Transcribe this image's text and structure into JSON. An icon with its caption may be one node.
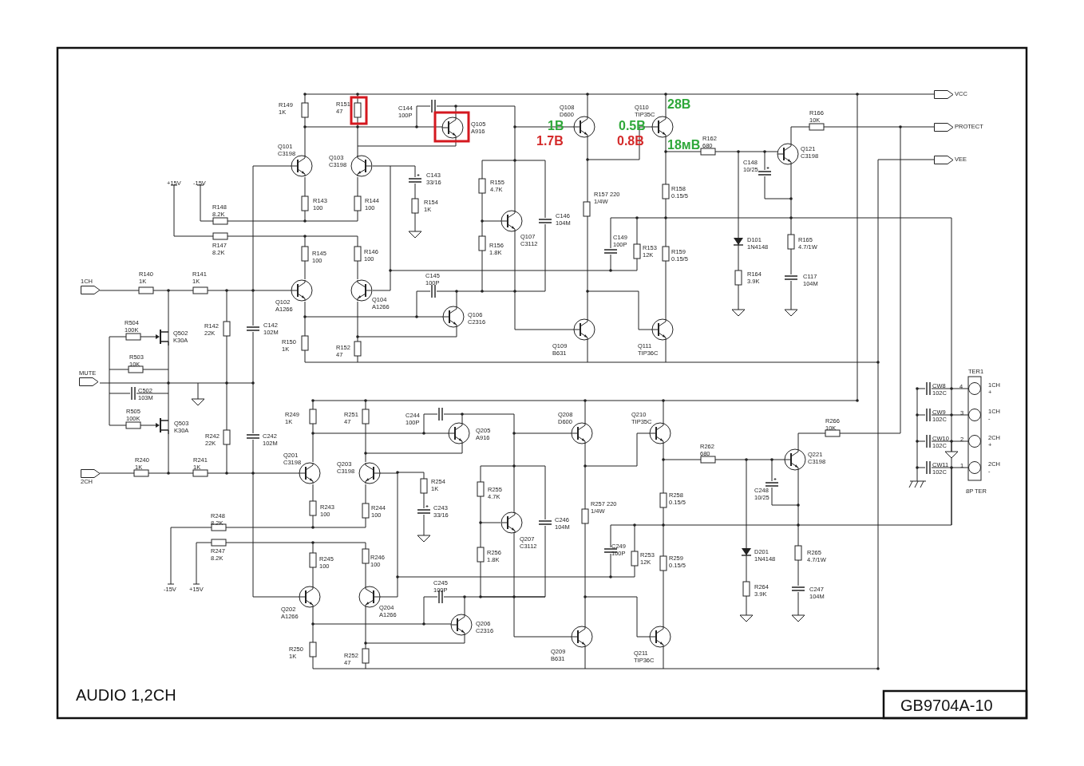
{
  "diagram": {
    "title": "AUDIO 1,2CH",
    "nodes": [
      {
        "text": [
          "1CH"
        ]
      },
      {
        "text": [
          "MUTE"
        ]
      },
      {
        "text": [
          "2CH"
        ]
      },
      {
        "text": [
          "VCC"
        ]
      },
      {
        "text": [
          "PROTECT"
        ]
      },
      {
        "text": [
          "VEE"
        ]
      }
    ],
    "edges": [
      {
        "from": 0,
        "to": null,
        "arrow": "none"
      },
      {
        "from": 1,
        "to": null,
        "arrow": "none"
      },
      {
        "from": 2,
        "to": null,
        "arrow": "none"
      },
      {
        "from": null,
        "to": 3,
        "arrow": "none"
      },
      {
        "from": null,
        "to": 4,
        "arrow": "none"
      },
      {
        "from": null,
        "to": 5,
        "arrow": "none"
      }
    ],
    "labels": [
      "R149 1K",
      "R151 47",
      "C144 100P",
      "Q105 A916",
      "Q108 D600",
      "Q110 TIP35C",
      "28В",
      "1В",
      "1.7В",
      "0.5В",
      "0.8В",
      "18мВ",
      "R162 680",
      "R166 10K",
      "Q101 C3198",
      "Q103 C3198",
      "Q121 C3198",
      "C143 33/16",
      "C148 10/25",
      "+15V",
      "-15V",
      "R155 4.7K",
      "R148 8.2K",
      "R143 100",
      "R144 100",
      "R154 1K",
      "R157 220 1/4W",
      "R158 0.15/5",
      "C146 104M",
      "R147 8.2K",
      "Q107 C3112",
      "C149 100P",
      "D101 1N4148",
      "R165 4.7/1W",
      "R156 1.8K",
      "R145 100",
      "R146 100",
      "R153 12K",
      "R159 0.15/5",
      "R140 1K",
      "R141 1K",
      "C145 100P",
      "R164 3.9K",
      "C117 104M",
      "Q102 A1266",
      "Q104 A1266",
      "Q106 C2316",
      "R504 100K",
      "Q502 K30A",
      "R142 22K",
      "C142 102M",
      "R150 1K",
      "R152 47",
      "Q109 B631",
      "Q111 TIP36C",
      "R503 10K",
      "C502 103M",
      "R505 100K",
      "Q503 K30A",
      "TER1",
      "CW8 102C",
      "4",
      "1CH +",
      "CW9 102C",
      "3",
      "1CH -",
      "CW10 102C",
      "2",
      "2CH +",
      "CW11 102C",
      "1",
      "2CH -",
      "8P TER",
      "R249 1K",
      "R251 47",
      "C244 100P",
      "Q208 D600",
      "Q210 TIP35C",
      "R266 10K",
      "R242 22K",
      "C242 102M",
      "Q205 A916",
      "R262 680",
      "R240 1K",
      "R241 1K",
      "Q201 C3198",
      "Q203 C3198",
      "Q221 C3198",
      "R254 1K",
      "R255 4.7K",
      "R258 0.15/5",
      "C248 10/25",
      "R248 8.2K",
      "R243 100",
      "R244 100",
      "C243 33/16",
      "C246 104M",
      "R257 220 1/4W",
      "R247 8.2K",
      "R245 100",
      "R246 100",
      "R256 1.8K",
      "Q207 C3112",
      "C249 100P",
      "R253 12K",
      "R259 0.15/5",
      "D201 1N4148",
      "R265 4.7/1W",
      "-15V",
      "+15V",
      "C245 100P",
      "R264 3.9K",
      "C247 104M",
      "Q202 A1266",
      "Q204 A1266",
      "Q206 C2316",
      "R250 1K",
      "R252 47",
      "Q209 B631",
      "Q211 TIP36C",
      "GB9704A-10"
    ]
  }
}
